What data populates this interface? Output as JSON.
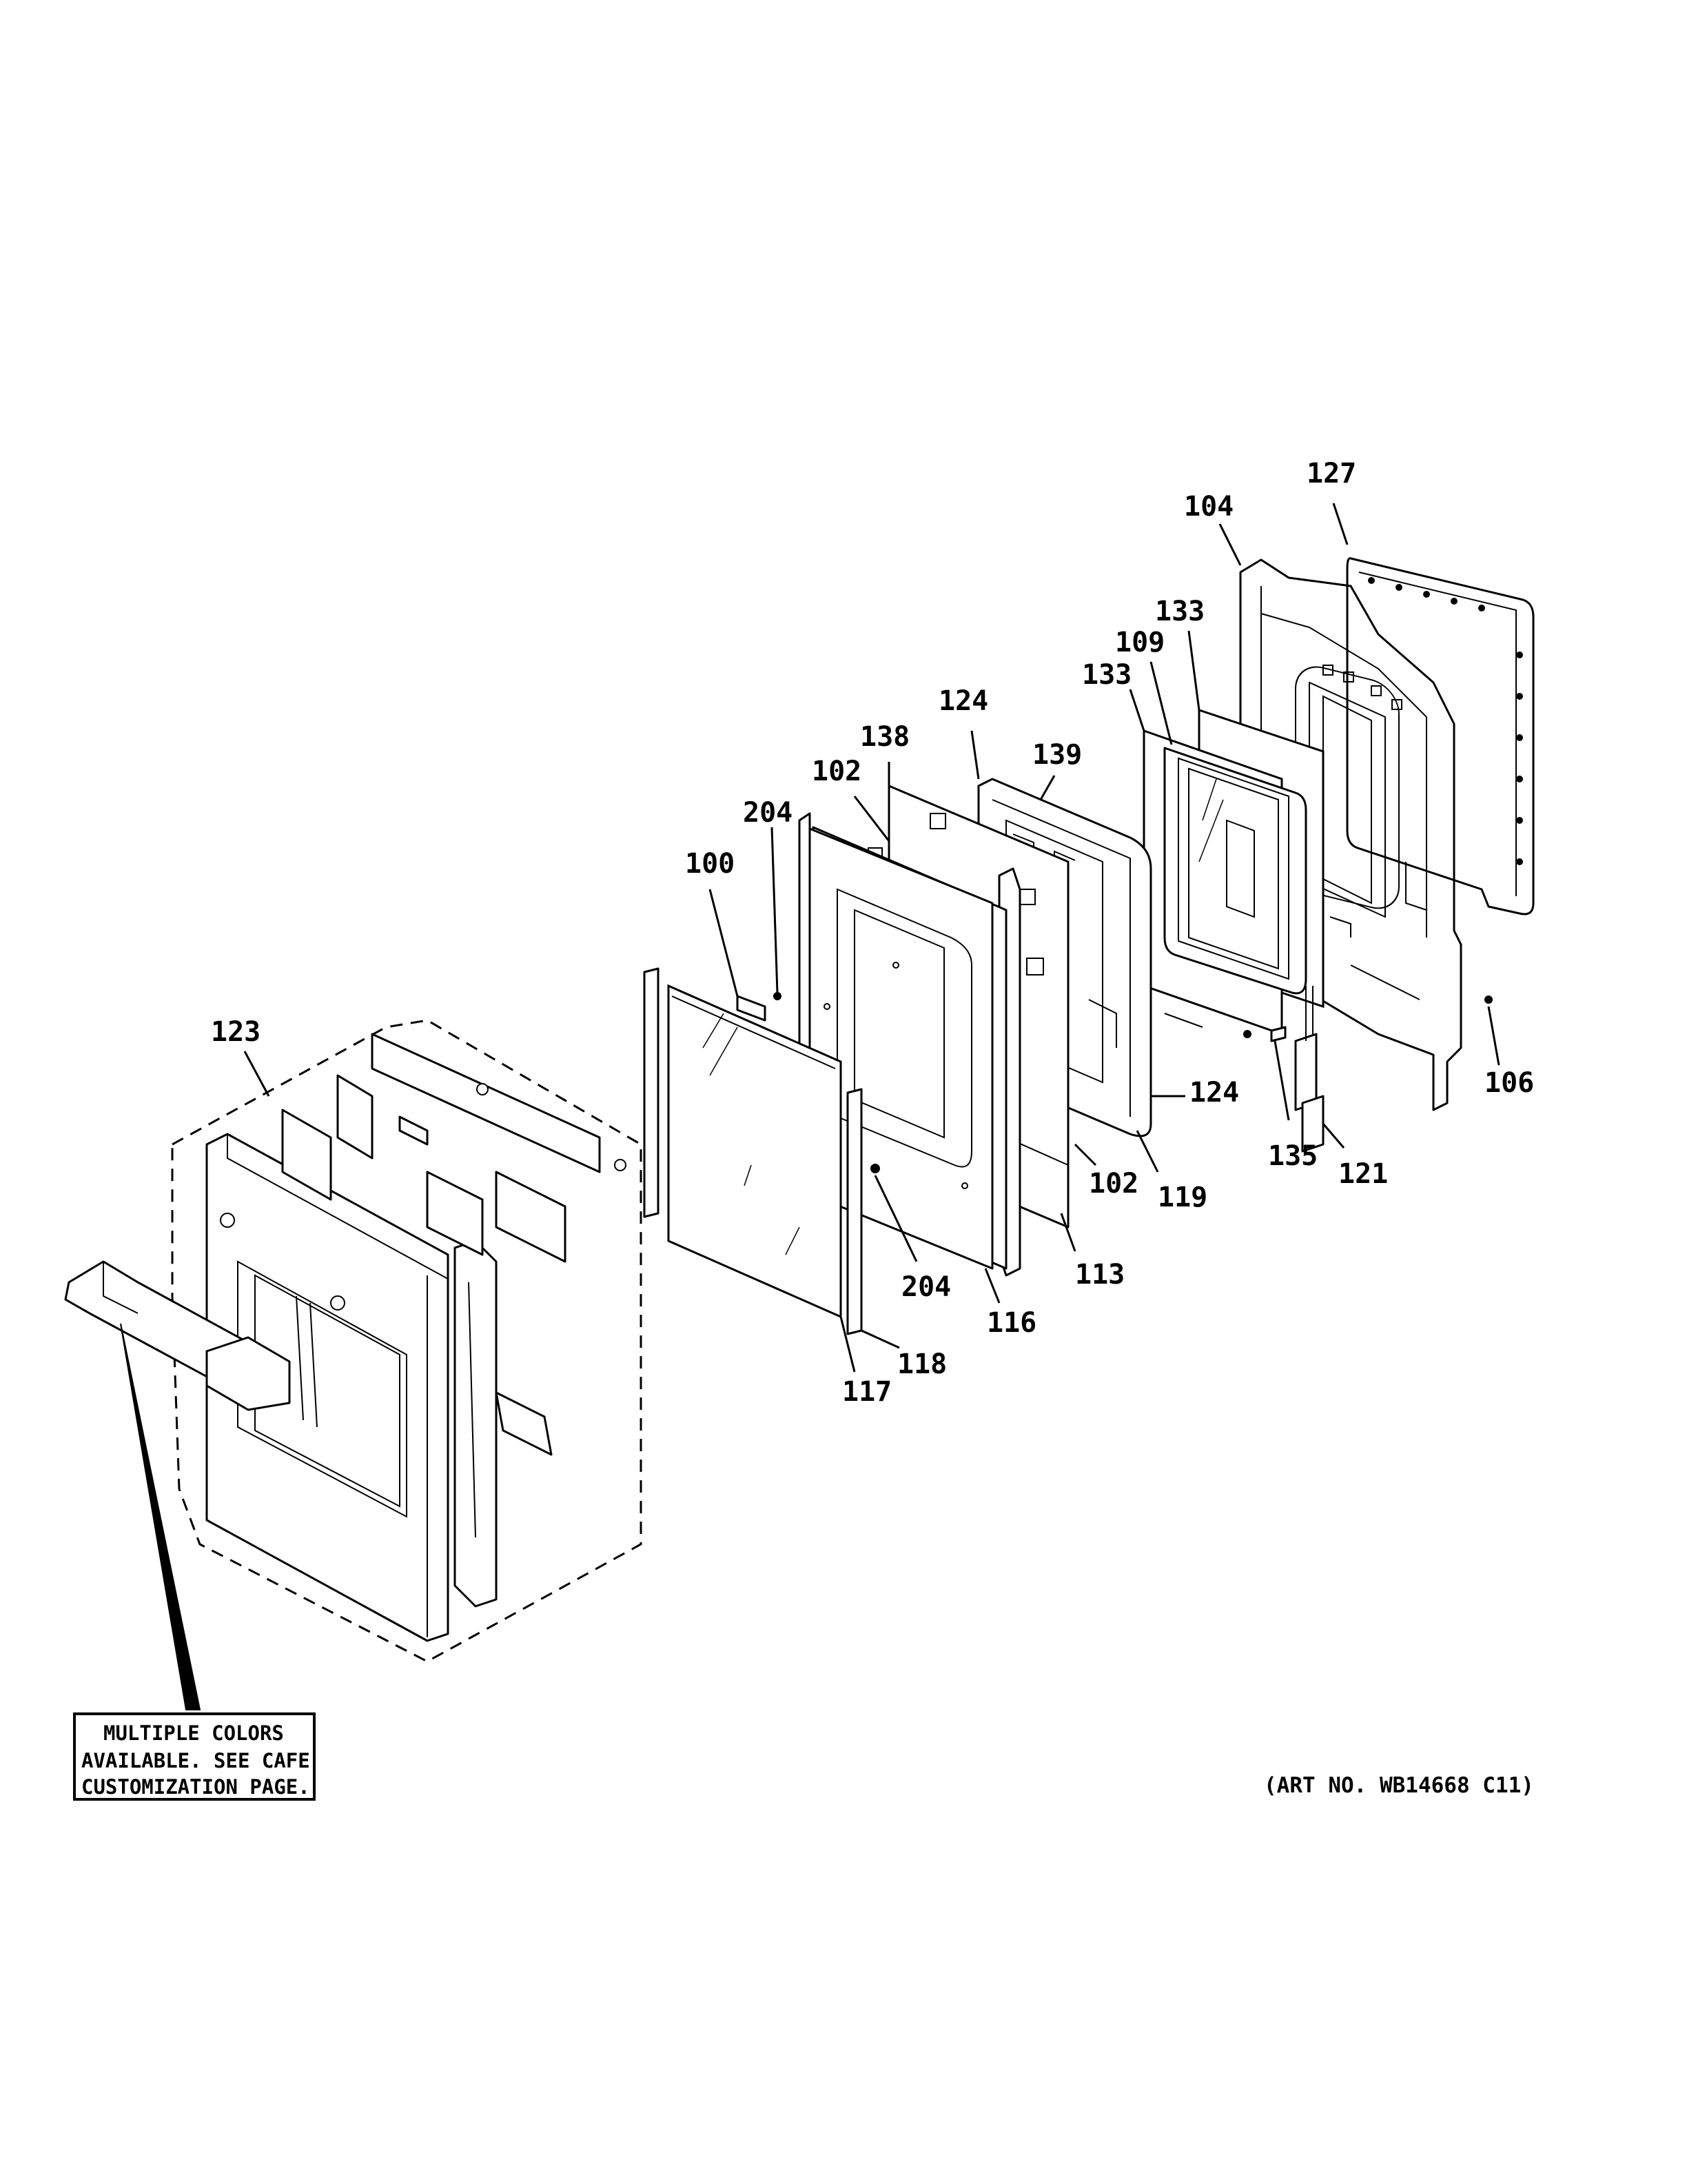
{
  "callouts": {
    "c127": "127",
    "c104": "104",
    "c133a": "133",
    "c109": "109",
    "c133b": "133",
    "c124a": "124",
    "c139": "139",
    "c138": "138",
    "c102a": "102",
    "c204a": "204",
    "c100": "100",
    "c123": "123",
    "c106": "106",
    "c124b": "124",
    "c135": "135",
    "c121": "121",
    "c102b": "102",
    "c119": "119",
    "c113": "113",
    "c204b": "204",
    "c116": "116",
    "c118": "118",
    "c117": "117"
  },
  "note": {
    "line1": "MULTIPLE COLORS",
    "line2": "AVAILABLE. SEE CAFE",
    "line3": "CUSTOMIZATION PAGE."
  },
  "art_number": "(ART NO. WB14668 C11)"
}
